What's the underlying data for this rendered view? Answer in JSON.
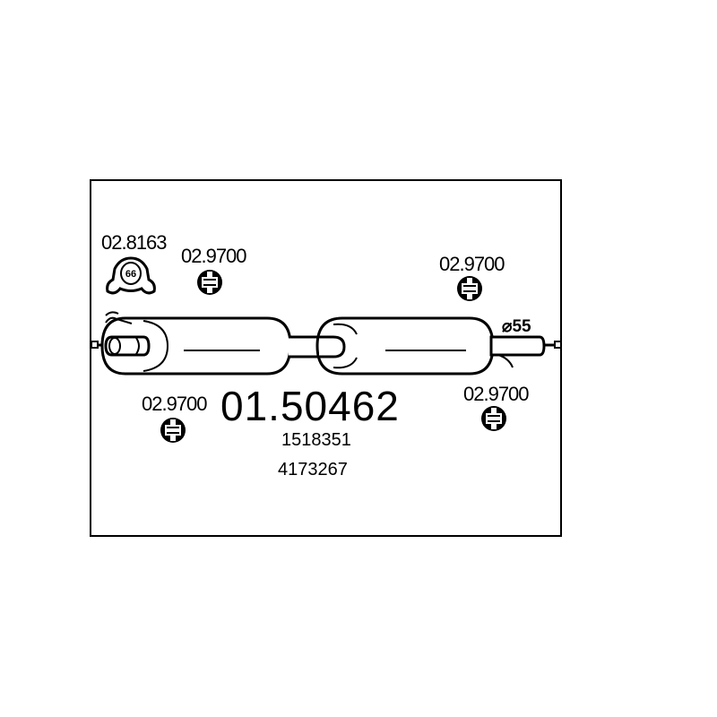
{
  "main_part_number": "01.50462",
  "oem_numbers": [
    "1518351",
    "4173267"
  ],
  "clamp": {
    "part_number": "02.8163",
    "size": "66"
  },
  "rubber_mounts": [
    {
      "id": "mount-top-left",
      "part_number": "02.9700"
    },
    {
      "id": "mount-top-right",
      "part_number": "02.9700"
    },
    {
      "id": "mount-bottom-left",
      "part_number": "02.9700"
    },
    {
      "id": "mount-bottom-right",
      "part_number": "02.9700"
    }
  ],
  "pipe_diameter": "⌀55"
}
